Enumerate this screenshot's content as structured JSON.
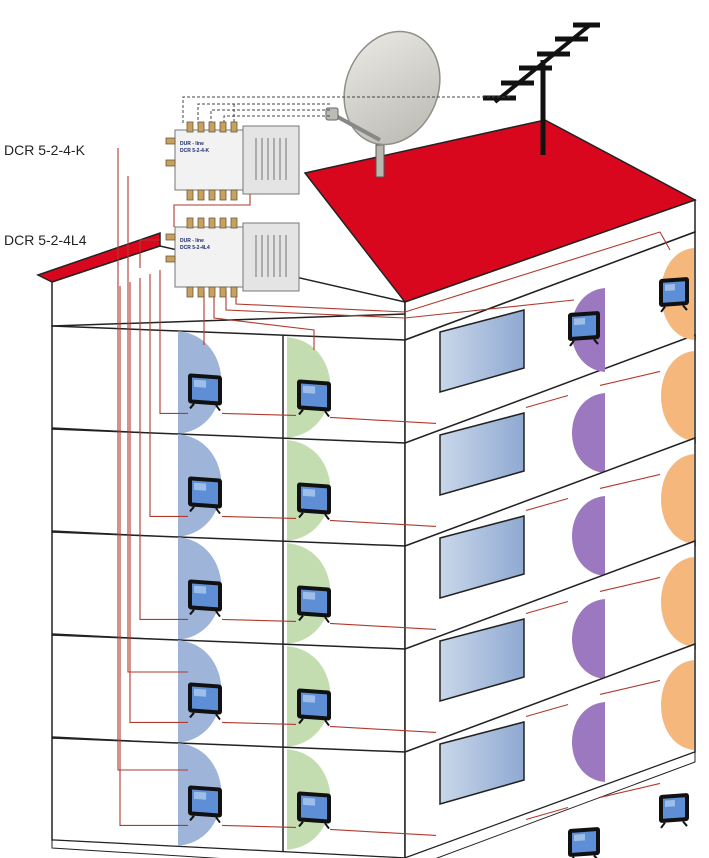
{
  "labels": {
    "top_unit": "DCR 5-2-4-K",
    "bottom_unit": "DCR 5-2-4L4"
  },
  "devices": {
    "brand": "DUR - line",
    "top_model": "DCR 5-2-4-K",
    "bottom_model": "DCR 5-2-4L4"
  },
  "colors": {
    "roof": "#d9071d",
    "cable": "#b03a2e",
    "dish": "#d4d4cf",
    "zone_blue": "#9fb4d9",
    "zone_green": "#c3ddb1",
    "zone_purple": "#9b78bf",
    "zone_orange": "#f6b77c",
    "window": "#aac0de",
    "tv_screen": "#5e8fd6"
  },
  "building": {
    "floors": 5
  }
}
